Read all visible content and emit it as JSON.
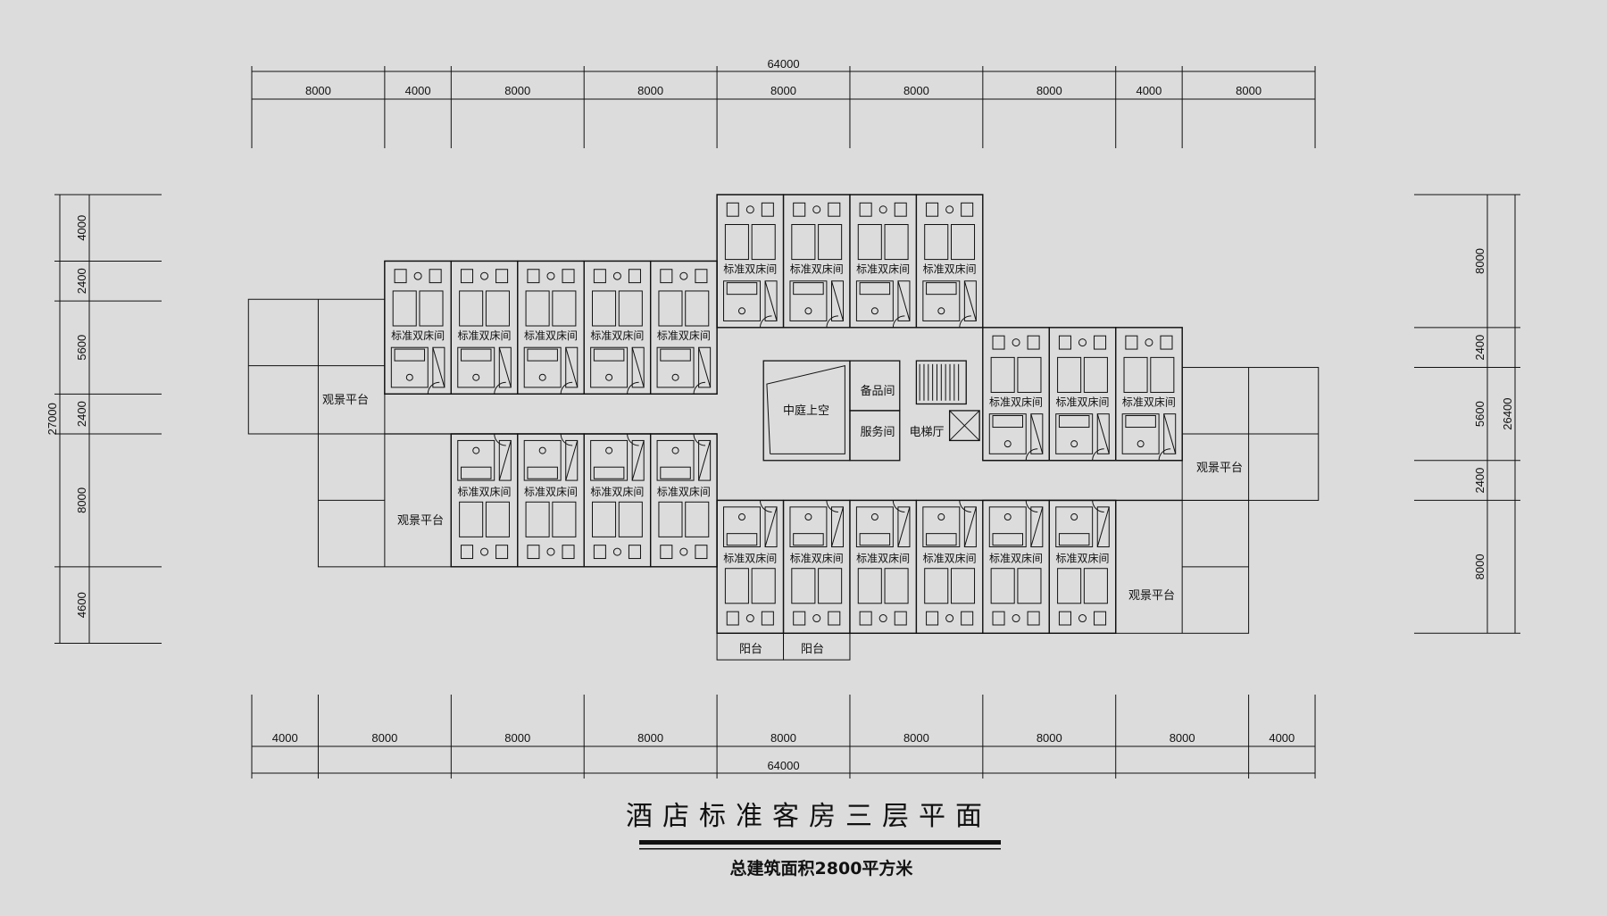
{
  "title": "酒店标准客房三层平面",
  "subtitle": "总建筑面积2800平方米",
  "room_label": "标准双床间",
  "spaces": {
    "atrium": "中庭上空",
    "storage": "备品间",
    "service": "服务间",
    "elevator_hall": "电梯厅",
    "terrace": "观景平台",
    "balcony": "阳台"
  },
  "dimensions": {
    "top_total": "64000",
    "top_segments": [
      "8000",
      "4000",
      "8000",
      "8000",
      "8000",
      "8000",
      "8000",
      "4000",
      "8000"
    ],
    "bottom_total": "64000",
    "bottom_segments": [
      "4000",
      "8000",
      "8000",
      "8000",
      "8000",
      "8000",
      "8000",
      "8000",
      "4000"
    ],
    "left_total": "27000",
    "left_segments": [
      "4000",
      "2400",
      "5600",
      "2400",
      "8000",
      "4600"
    ],
    "right_total": "26400",
    "right_segments": [
      "8000",
      "2400",
      "5600",
      "2400",
      "8000"
    ]
  }
}
